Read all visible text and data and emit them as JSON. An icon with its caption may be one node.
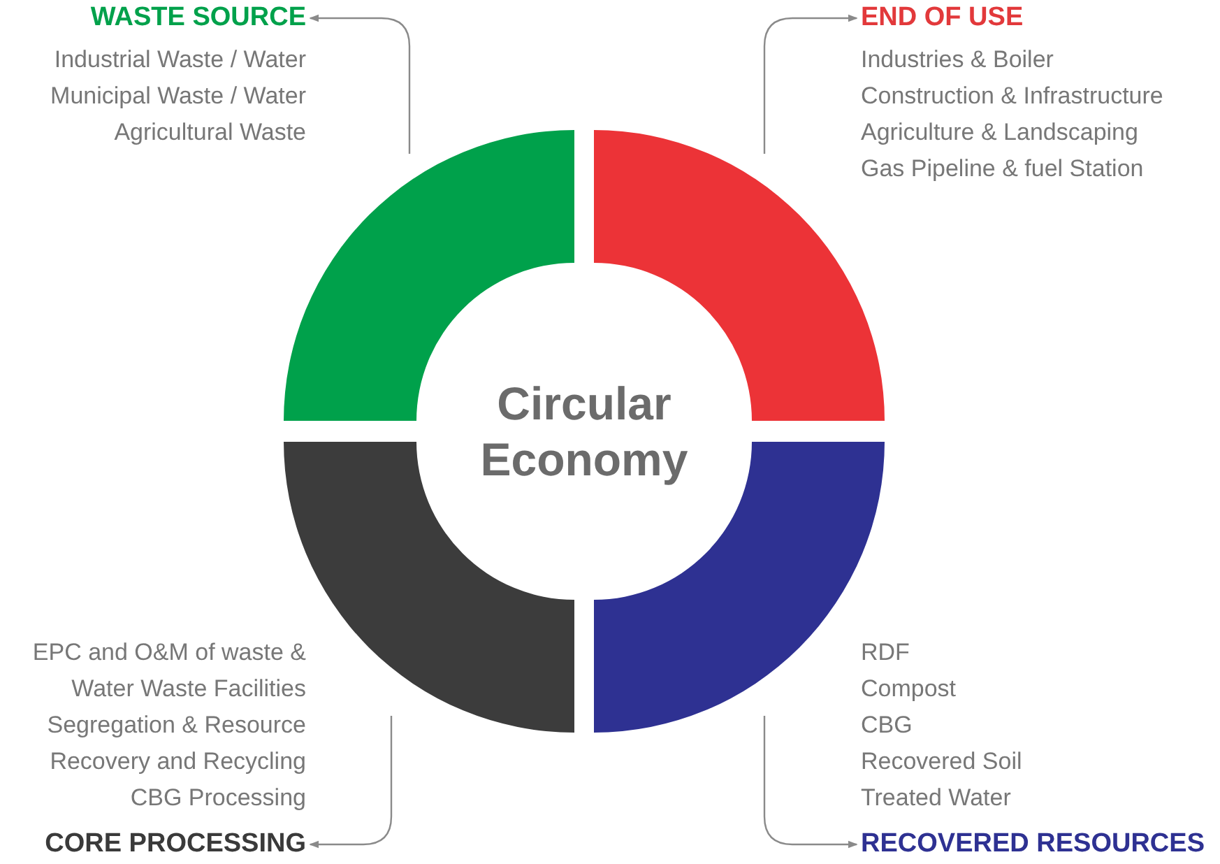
{
  "diagram": {
    "nodes": [
      {
        "text": [
          "WASTE SOURCE",
          "Industrial Waste / Water",
          "Municipal Waste / Water",
          "Agricultural Waste"
        ]
      },
      {
        "text": [
          "END OF USE",
          "Industries & Boiler",
          "Construction & Infrastructure",
          "Agriculture & Landscaping",
          "Gas Pipeline & fuel Station"
        ]
      },
      {
        "text": [],
        "shape": "arc"
      },
      {
        "text": [],
        "shape": "arc"
      },
      {
        "text": [
          "Circular Economy"
        ]
      },
      {
        "text": [],
        "shape": "arc"
      },
      {
        "text": [],
        "shape": "arc"
      },
      {
        "text": [
          "EPC and O&M of waste & Water Waste Facilities",
          "Segregation & Resource Recovery and Recycling",
          "CBG Processing",
          "CORE PROCESSING"
        ]
      },
      {
        "text": [
          "RDF",
          "Compost",
          "CBG",
          "Recovered Soil",
          "Treated Water",
          "RECOVERED RESOURCES"
        ]
      }
    ],
    "edges": [
      {
        "from": null,
        "to": 0,
        "arrow": "to"
      },
      {
        "from": null,
        "to": 1,
        "arrow": "to"
      },
      {
        "from": null,
        "to": 7,
        "arrow": "to"
      },
      {
        "from": null,
        "to": 8,
        "arrow": "to"
      }
    ]
  }
}
